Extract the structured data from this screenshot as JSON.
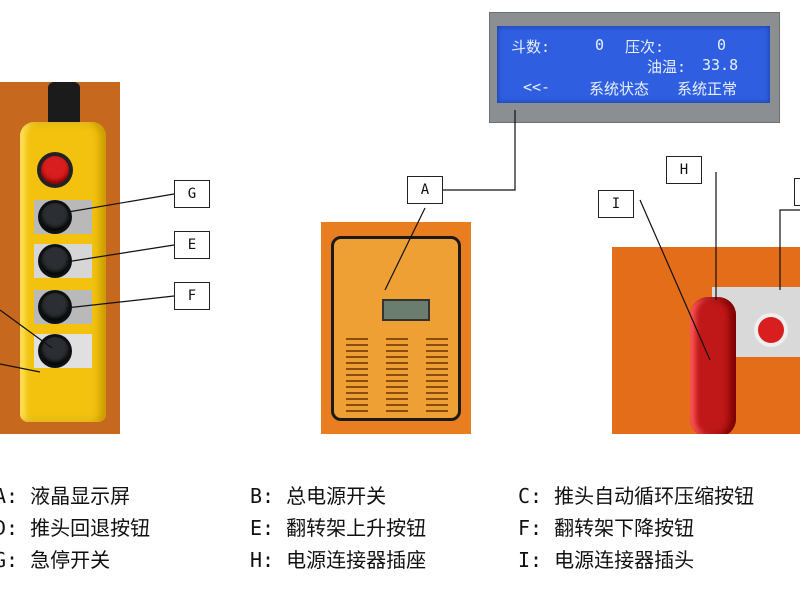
{
  "lcd": {
    "count_label": "斗数:",
    "count_value": "0",
    "press_label": "压次:",
    "press_value": "0",
    "oil_label": "油温:",
    "oil_value": "33.8",
    "back_symbol": "<<-",
    "status_label": "系统状态",
    "status_value": "系统正常"
  },
  "callouts": {
    "G": "G",
    "E": "E",
    "F": "F",
    "A": "A",
    "H": "H",
    "I": "I"
  },
  "legend": {
    "row1": [
      "A: 液晶显示屏",
      "B: 总电源开关",
      "C: 推头自动循环压缩按钮"
    ],
    "row2": [
      "D: 推头回退按钮",
      "E: 翻转架上升按钮",
      "F: 翻转架下降按钮"
    ],
    "row3": [
      "G: 急停开关",
      "H: 电源连接器插座",
      "I: 电源连接器插头"
    ]
  },
  "colors": {
    "lcd_blue": "#2f5fe0",
    "pendant_yellow": "#f2c20f",
    "cabinet_orange": "#e87e1f",
    "plug_red": "#c01818"
  }
}
